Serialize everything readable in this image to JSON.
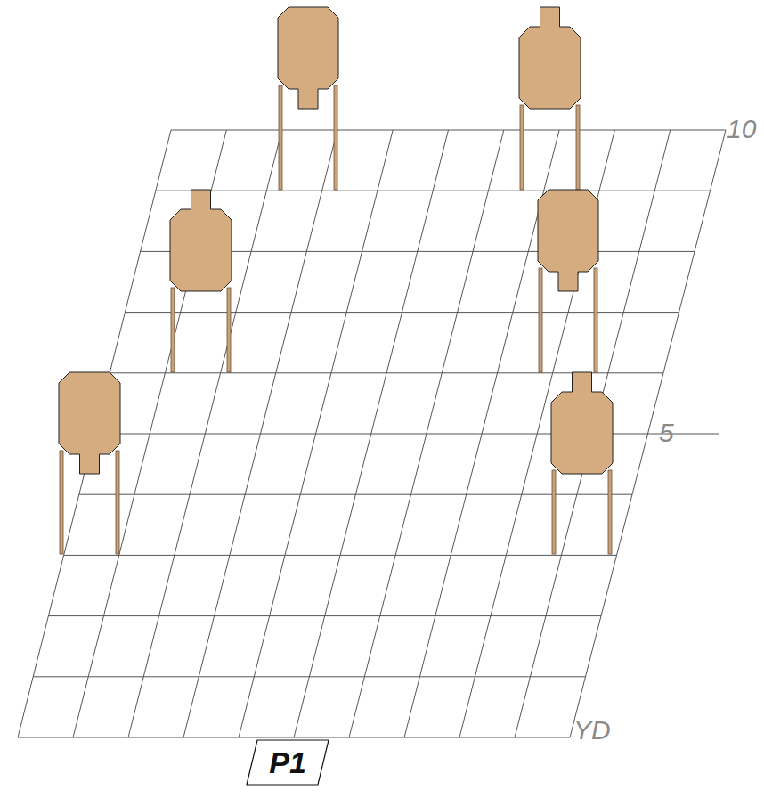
{
  "diagram": {
    "nodes": [
      {
        "text": [
          "P1"
        ]
      }
    ],
    "labels": [
      "10",
      "5",
      "YD"
    ]
  }
}
